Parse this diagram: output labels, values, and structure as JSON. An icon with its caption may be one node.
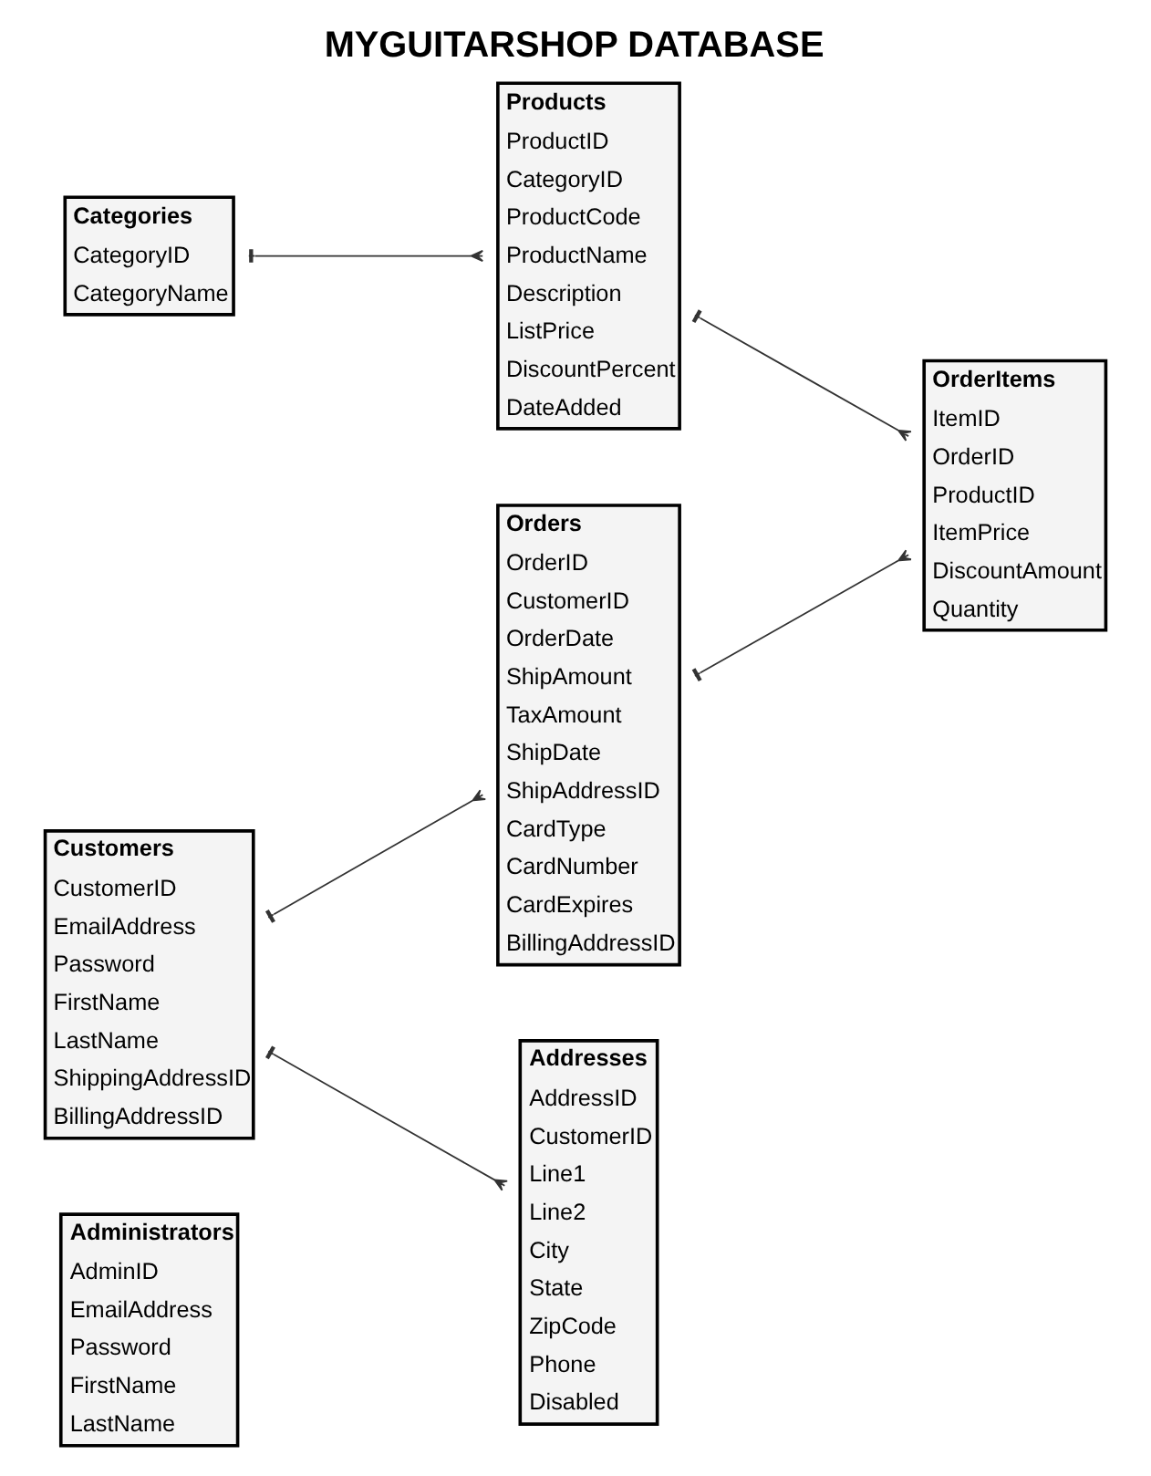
{
  "diagram": {
    "title": "MYGUITARSHOP DATABASE",
    "nodes": [
      {
        "text": [
          "Administrators",
          "AdminID",
          "EmailAddress",
          "Password",
          "FirstName",
          "LastName"
        ]
      },
      {
        "text": [
          "Orders",
          "OrderID",
          "CustomerID",
          "OrderDate",
          "ShipAmount",
          "TaxAmount",
          "ShipDate",
          "ShipAddressID",
          "CardType",
          "CardNumber",
          "CardExpires",
          "BillingAddressID"
        ]
      },
      {
        "text": [
          "OrderItems",
          "ItemID",
          "OrderID",
          "ProductID",
          "ItemPrice",
          "DiscountAmount",
          "Quantity"
        ]
      },
      {
        "text": [
          "Customers",
          "CustomerID",
          "EmailAddress",
          "Password",
          "FirstName",
          "LastName",
          "ShippingAddressID",
          "BillingAddressID"
        ]
      },
      {
        "text": [
          "Products",
          "ProductID",
          "CategoryID",
          "ProductCode",
          "ProductName",
          "Description",
          "ListPrice",
          "DiscountPercent",
          "DateAdded"
        ]
      },
      {
        "text": [
          "Categories",
          "CategoryID",
          "CategoryName"
        ]
      },
      {
        "text": [
          "Addresses",
          "AddressID",
          "CustomerID",
          "Line1",
          "Line2",
          "City",
          "State",
          "ZipCode",
          "Phone",
          "Disabled"
        ]
      }
    ],
    "edges": [
      {
        "from": 1,
        "to": 2,
        "arrow": "other"
      },
      {
        "from": 3,
        "to": 1,
        "arrow": "other"
      },
      {
        "from": 4,
        "to": 2,
        "arrow": "other"
      },
      {
        "from": 5,
        "to": 4,
        "arrow": "other"
      },
      {
        "from": 3,
        "to": 6,
        "arrow": "other"
      }
    ]
  }
}
